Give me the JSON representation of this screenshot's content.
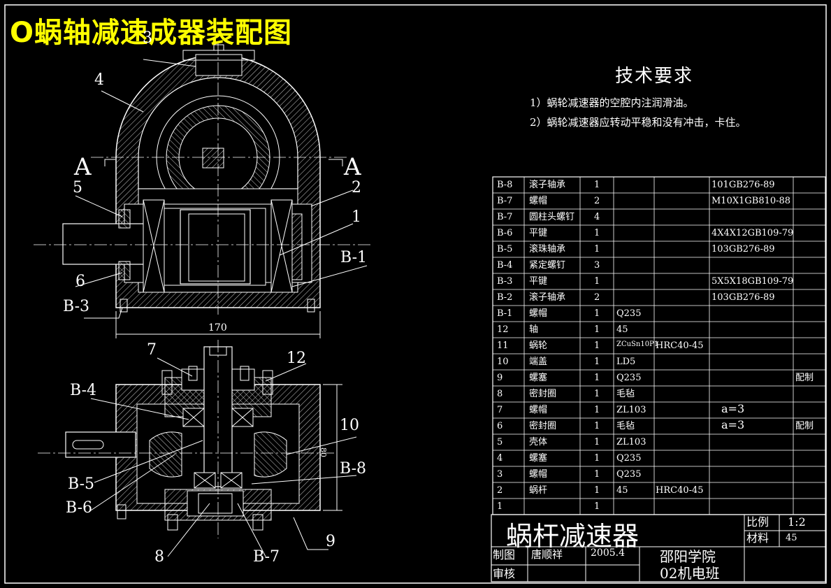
{
  "title": "O蜗轴减速成器装配图",
  "requirements": {
    "heading": "技术要求",
    "items": [
      "1）蜗轮减速器的空腔内注润滑油。",
      "2）蜗轮减速器应转动平稳和没有冲击，卡住。"
    ]
  },
  "labels": {
    "top": {
      "n3": "3",
      "n4": "4",
      "a_left": "A",
      "a_right": "A",
      "n5": "5",
      "n2": "2",
      "n1": "1",
      "b1": "B-1",
      "n6": "6",
      "b3": "B-3",
      "dim170": "170"
    },
    "bottom": {
      "n7": "7",
      "n12": "12",
      "b4": "B-4",
      "n10": "10",
      "b8": "B-8",
      "b5": "B-5",
      "b6": "B-6",
      "n8": "8",
      "b7": "B-7",
      "n9": "9",
      "dim80": "80"
    }
  },
  "parts_table": {
    "rows": [
      {
        "no": "B-8",
        "name": "滚子轴承",
        "qty": "1",
        "mat": "",
        "note": "",
        "std": "101GB276-89",
        "remark": ""
      },
      {
        "no": "B-7",
        "name": "螺帽",
        "qty": "2",
        "mat": "",
        "note": "",
        "std": "M10X1GB810-88",
        "remark": ""
      },
      {
        "no": "B-7",
        "name": "圆柱头螺钉",
        "qty": "4",
        "mat": "",
        "note": "",
        "std": "",
        "remark": ""
      },
      {
        "no": "B-6",
        "name": "平键",
        "qty": "1",
        "mat": "",
        "note": "",
        "std": "4X4X12GB109-79",
        "remark": ""
      },
      {
        "no": "B-5",
        "name": "滚珠轴承",
        "qty": "1",
        "mat": "",
        "note": "",
        "std": "103GB276-89",
        "remark": ""
      },
      {
        "no": "B-4",
        "name": "紧定螺钉",
        "qty": "3",
        "mat": "",
        "note": "",
        "std": "",
        "remark": ""
      },
      {
        "no": "B-3",
        "name": "平键",
        "qty": "1",
        "mat": "",
        "note": "",
        "std": "5X5X18GB109-79",
        "remark": ""
      },
      {
        "no": "B-2",
        "name": "滚子轴承",
        "qty": "2",
        "mat": "",
        "note": "",
        "std": "103GB276-89",
        "remark": ""
      },
      {
        "no": "B-1",
        "name": "螺帽",
        "qty": "1",
        "mat": "Q235",
        "note": "",
        "std": "",
        "remark": ""
      },
      {
        "no": "12",
        "name": "轴",
        "qty": "1",
        "mat": "45",
        "note": "",
        "std": "",
        "remark": ""
      },
      {
        "no": "11",
        "name": "蜗轮",
        "qty": "1",
        "mat": "ZCuSn10P1",
        "note": "HRC40-45",
        "std": "",
        "remark": ""
      },
      {
        "no": "10",
        "name": "端盖",
        "qty": "1",
        "mat": "LD5",
        "note": "",
        "std": "",
        "remark": ""
      },
      {
        "no": "9",
        "name": "螺塞",
        "qty": "1",
        "mat": "Q235",
        "note": "",
        "std": "",
        "remark": "配制"
      },
      {
        "no": "8",
        "name": "密封圈",
        "qty": "1",
        "mat": "毛毡",
        "note": "",
        "std": "",
        "remark": ""
      },
      {
        "no": "7",
        "name": "螺帽",
        "qty": "1",
        "mat": "ZL103",
        "note": "",
        "std": "a=3",
        "remark": ""
      },
      {
        "no": "6",
        "name": "密封圈",
        "qty": "1",
        "mat": "毛毡",
        "note": "",
        "std": "a=3",
        "remark": "配制"
      },
      {
        "no": "5",
        "name": "壳体",
        "qty": "1",
        "mat": "ZL103",
        "note": "",
        "std": "",
        "remark": ""
      },
      {
        "no": "4",
        "name": "螺塞",
        "qty": "1",
        "mat": "Q235",
        "note": "",
        "std": "",
        "remark": ""
      },
      {
        "no": "3",
        "name": "螺帽",
        "qty": "1",
        "mat": "Q235",
        "note": "",
        "std": "",
        "remark": ""
      },
      {
        "no": "2",
        "name": "蜗杆",
        "qty": "1",
        "mat": "45",
        "note": "HRC40-45",
        "std": "",
        "remark": ""
      },
      {
        "no": "1",
        "name": "",
        "qty": "1",
        "mat": "",
        "note": "",
        "std": "",
        "remark": ""
      }
    ]
  },
  "title_block": {
    "drawing_name": "蜗杆减速器",
    "scale_label": "比例",
    "scale_value": "1:2",
    "material_label": "材料",
    "material_value": "45",
    "drawn_label": "制图",
    "drawn_by": "唐顺祥",
    "date": "2005.4",
    "checked_label": "审核",
    "school": "邵阳学院",
    "class": "02机电班"
  },
  "colors": {
    "background": "#000000",
    "line": "#ffffff",
    "title": "#ffff00"
  }
}
